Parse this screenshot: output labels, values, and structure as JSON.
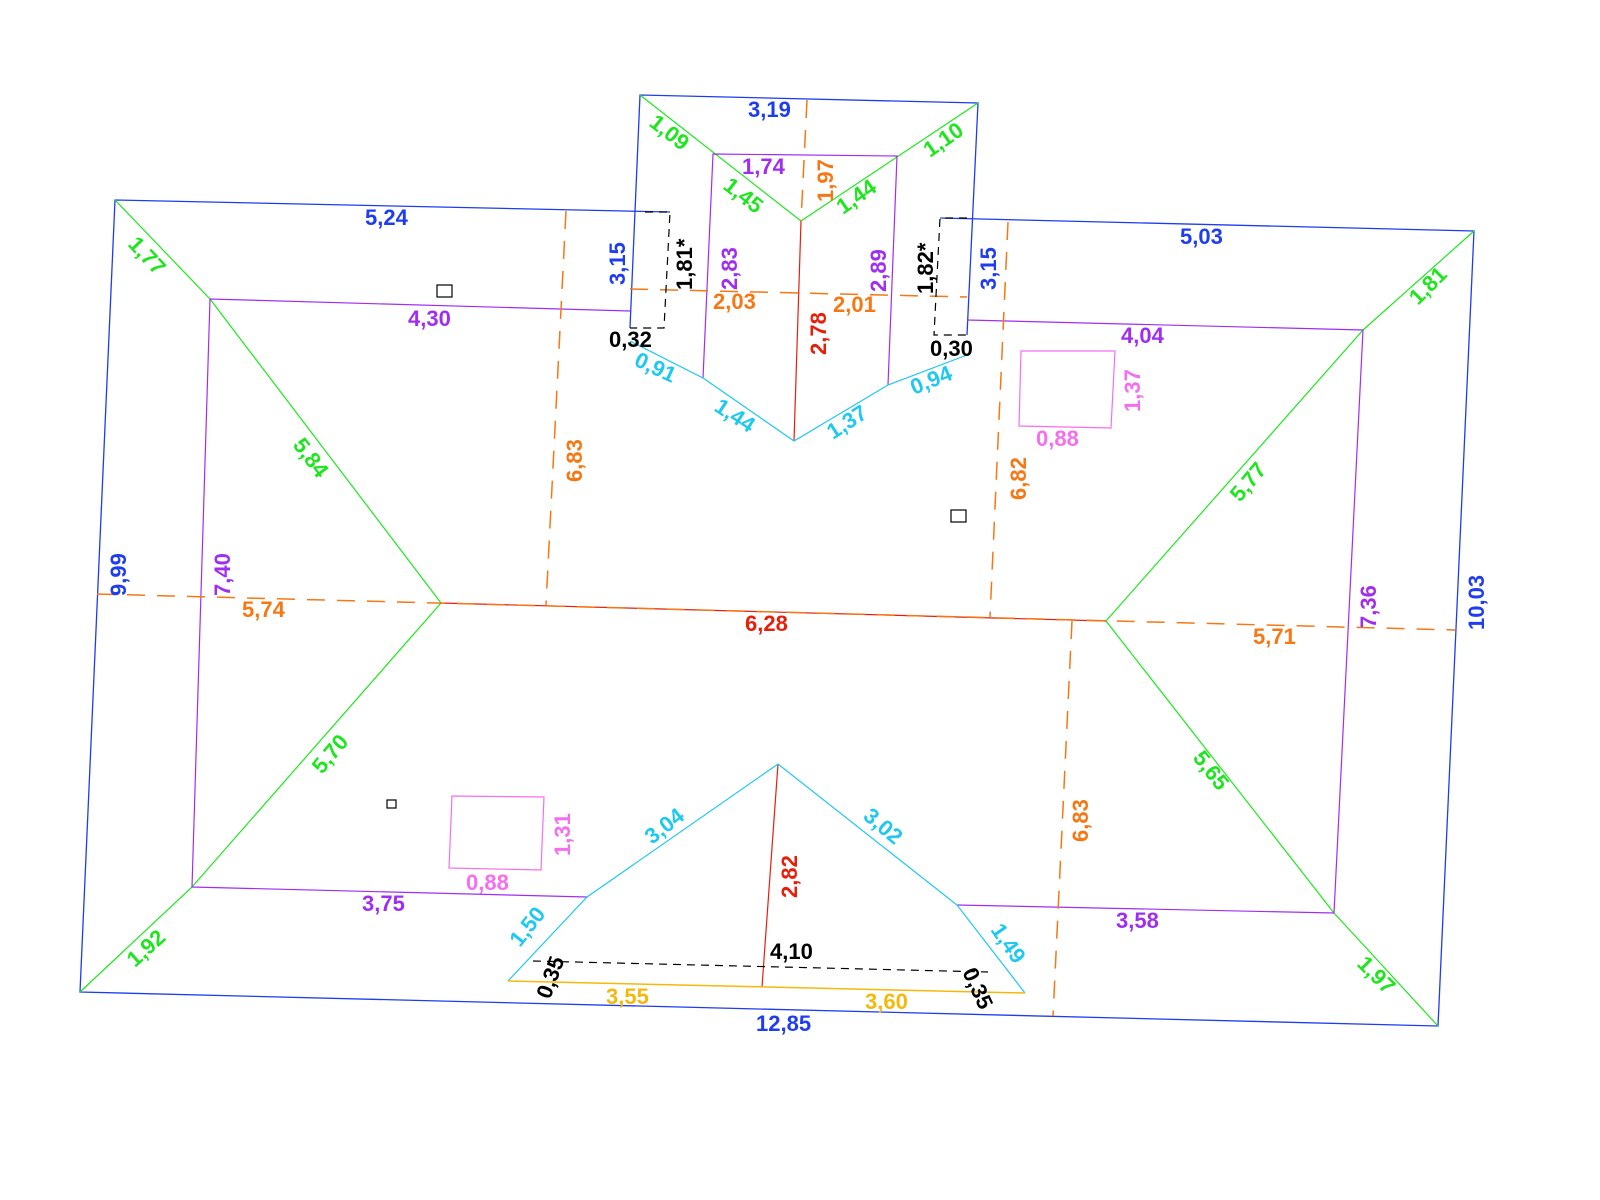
{
  "labels": [
    "5,24",
    "1,77",
    "4,30",
    "5,84",
    "9,99",
    "7,40",
    "5,74",
    "5,70",
    "1,92",
    "3,75",
    "0,88",
    "1,31",
    "3,19",
    "1,09",
    "1,10",
    "1,74",
    "1,45",
    "1,44",
    "1,97",
    "3,15",
    "1,81*",
    "2,83",
    "2,03",
    "2,78",
    "2,01",
    "2,89",
    "1,82*",
    "3,15",
    "0,32",
    "0,30",
    "0,91",
    "1,44",
    "1,37",
    "0,94",
    "5,03",
    "1,81",
    "4,04",
    "1,37",
    "0,88",
    "6,83",
    "6,82",
    "5,77",
    "6,28",
    "5,71",
    "7,36",
    "10,03",
    "3,04",
    "3,02",
    "2,82",
    "1,50",
    "1,49",
    "4,10",
    "0,35",
    "0,35",
    "3,55",
    "3,60",
    "12,85",
    "3,58",
    "5,65",
    "6,83",
    "1,97"
  ],
  "colors": {
    "eave": "#1e3cf0",
    "hip": "#1ee61e",
    "ridge": "#e61e0a",
    "inner": "#a02ef0",
    "valley": "#1ec8f0",
    "measure": "#f57814",
    "window": "#f56ef0",
    "gutter": "#f5b90a"
  }
}
